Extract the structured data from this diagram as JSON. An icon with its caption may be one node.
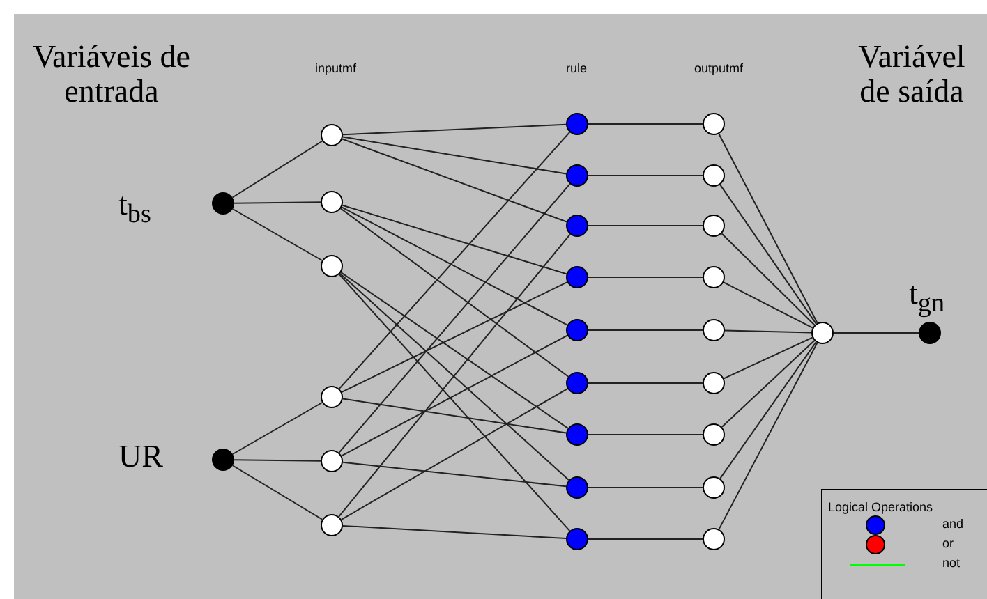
{
  "diagram": {
    "nodes": [
      {
        "text": [],
        "shape": "circle",
        "beside": [
          "t$_{bs}$"
        ]
      },
      {
        "text": [],
        "shape": "circle",
        "beside": [
          "UR"
        ]
      },
      {
        "text": [],
        "shape": "circle"
      },
      {
        "text": [],
        "shape": "circle"
      },
      {
        "text": [],
        "shape": "circle"
      },
      {
        "text": [],
        "shape": "circle"
      },
      {
        "text": [],
        "shape": "circle"
      },
      {
        "text": [],
        "shape": "circle"
      },
      {
        "text": [],
        "shape": "circle"
      },
      {
        "text": [],
        "shape": "circle"
      },
      {
        "text": [],
        "shape": "circle"
      },
      {
        "text": [],
        "shape": "circle"
      },
      {
        "text": [],
        "shape": "circle"
      },
      {
        "text": [],
        "shape": "circle"
      },
      {
        "text": [],
        "shape": "circle"
      },
      {
        "text": [],
        "shape": "circle"
      },
      {
        "text": [],
        "shape": "circle"
      },
      {
        "text": [],
        "shape": "circle"
      },
      {
        "text": [],
        "shape": "circle"
      },
      {
        "text": [],
        "shape": "circle"
      },
      {
        "text": [],
        "shape": "circle"
      },
      {
        "text": [],
        "shape": "circle"
      },
      {
        "text": [],
        "shape": "circle"
      },
      {
        "text": [],
        "shape": "circle"
      },
      {
        "text": [],
        "shape": "circle"
      },
      {
        "text": [],
        "shape": "circle"
      },
      {
        "text": [],
        "shape": "circle"
      },
      {
        "text": [],
        "shape": "circle",
        "beside": [
          "t$_{gn}$"
        ]
      }
    ],
    "edges": [
      {
        "from": 0,
        "to": 2,
        "arrow": "none"
      },
      {
        "from": 0,
        "to": 3,
        "arrow": "none"
      },
      {
        "from": 0,
        "to": 4,
        "arrow": "none"
      },
      {
        "from": 1,
        "to": 5,
        "arrow": "none"
      },
      {
        "from": 1,
        "to": 6,
        "arrow": "none"
      },
      {
        "from": 1,
        "to": 7,
        "arrow": "none"
      },
      {
        "from": 2,
        "to": 8,
        "arrow": "none"
      },
      {
        "from": 2,
        "to": 9,
        "arrow": "none"
      },
      {
        "from": 2,
        "to": 10,
        "arrow": "none"
      },
      {
        "from": 3,
        "to": 11,
        "arrow": "none"
      },
      {
        "from": 3,
        "to": 12,
        "arrow": "none"
      },
      {
        "from": 3,
        "to": 13,
        "arrow": "none"
      },
      {
        "from": 4,
        "to": 14,
        "arrow": "none"
      },
      {
        "from": 4,
        "to": 15,
        "arrow": "none"
      },
      {
        "from": 4,
        "to": 16,
        "arrow": "none"
      },
      {
        "from": 5,
        "to": 8,
        "arrow": "none"
      },
      {
        "from": 5,
        "to": 11,
        "arrow": "none"
      },
      {
        "from": 5,
        "to": 14,
        "arrow": "none"
      },
      {
        "from": 6,
        "to": 9,
        "arrow": "none"
      },
      {
        "from": 6,
        "to": 12,
        "arrow": "none"
      },
      {
        "from": 6,
        "to": 15,
        "arrow": "none"
      },
      {
        "from": 7,
        "to": 10,
        "arrow": "none"
      },
      {
        "from": 7,
        "to": 13,
        "arrow": "none"
      },
      {
        "from": 7,
        "to": 16,
        "arrow": "none"
      },
      {
        "from": 8,
        "to": 17,
        "arrow": "none"
      },
      {
        "from": 9,
        "to": 18,
        "arrow": "none"
      },
      {
        "from": 10,
        "to": 19,
        "arrow": "none"
      },
      {
        "from": 11,
        "to": 20,
        "arrow": "none"
      },
      {
        "from": 12,
        "to": 21,
        "arrow": "none"
      },
      {
        "from": 13,
        "to": 22,
        "arrow": "none"
      },
      {
        "from": 14,
        "to": 23,
        "arrow": "none"
      },
      {
        "from": 15,
        "to": 24,
        "arrow": "none"
      },
      {
        "from": 16,
        "to": 25,
        "arrow": "none"
      },
      {
        "from": 17,
        "to": 26,
        "arrow": "none"
      },
      {
        "from": 18,
        "to": 26,
        "arrow": "none"
      },
      {
        "from": 19,
        "to": 26,
        "arrow": "none"
      },
      {
        "from": 20,
        "to": 26,
        "arrow": "none"
      },
      {
        "from": 21,
        "to": 26,
        "arrow": "none"
      },
      {
        "from": 22,
        "to": 26,
        "arrow": "none"
      },
      {
        "from": 23,
        "to": 26,
        "arrow": "none"
      },
      {
        "from": 24,
        "to": 26,
        "arrow": "none"
      },
      {
        "from": 25,
        "to": 26,
        "arrow": "none"
      },
      {
        "from": 26,
        "to": 27,
        "arrow": "none"
      }
    ],
    "labels": [
      "Variáveis de entrada",
      "inputmf",
      "rule",
      "outputmf",
      "Variável de saída",
      "Logical Operations"
    ],
    "legend": [
      {
        "text": "and",
        "color": "#0000ff"
      },
      {
        "text": "or",
        "color": "#ff0000"
      },
      {
        "text": "not"
      }
    ]
  }
}
